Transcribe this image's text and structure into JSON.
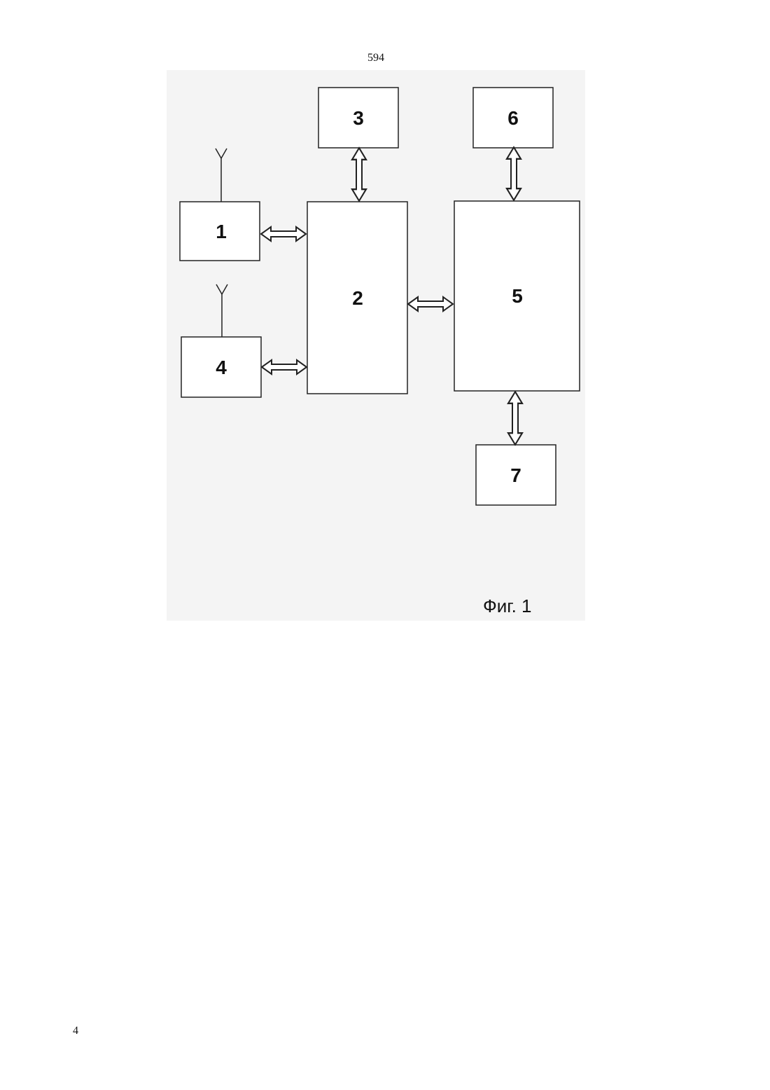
{
  "page": {
    "top_number": "594",
    "bottom_number": "4"
  },
  "diagram": {
    "blocks": [
      {
        "id": "1",
        "label": "1"
      },
      {
        "id": "2",
        "label": "2"
      },
      {
        "id": "3",
        "label": "3"
      },
      {
        "id": "4",
        "label": "4"
      },
      {
        "id": "5",
        "label": "5"
      },
      {
        "id": "6",
        "label": "6"
      },
      {
        "id": "7",
        "label": "7"
      }
    ],
    "links": [
      {
        "from": "1",
        "to": "2",
        "type": "bidirectional"
      },
      {
        "from": "4",
        "to": "2",
        "type": "bidirectional"
      },
      {
        "from": "3",
        "to": "2",
        "type": "bidirectional"
      },
      {
        "from": "2",
        "to": "5",
        "type": "bidirectional"
      },
      {
        "from": "6",
        "to": "5",
        "type": "bidirectional"
      },
      {
        "from": "5",
        "to": "7",
        "type": "bidirectional"
      }
    ],
    "antennas": [
      "1",
      "4"
    ],
    "caption": "Фиг. 1"
  }
}
